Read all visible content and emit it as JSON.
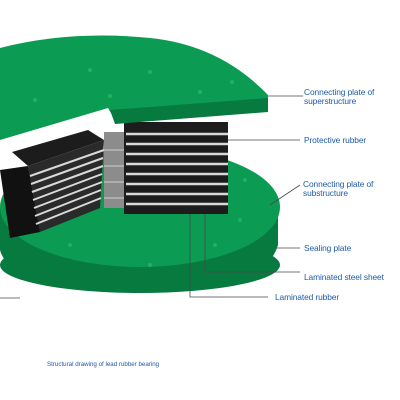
{
  "labels": {
    "connecting_plate_super": [
      "Connecting plate of",
      "superstructure"
    ],
    "protective_rubber": "Protective rubber",
    "connecting_plate_sub": [
      "Connecting plate of",
      "substructure"
    ],
    "sealing_plate": "Sealing plate",
    "laminated_steel_sheet": "Laminated steel sheet",
    "laminated_rubber": "Laminated rubber"
  },
  "caption": "Structural drawing of lead rubber bearing",
  "colors": {
    "plate_green": "#0b9b52",
    "plate_edge": "#077a40",
    "rubber_black": "#1c1c1c",
    "steel_sheet": "#d9d9d9",
    "lead_core": "#8c8c8c",
    "leader_line": "#4a4a4a",
    "label_text": "#1f5aa8"
  }
}
